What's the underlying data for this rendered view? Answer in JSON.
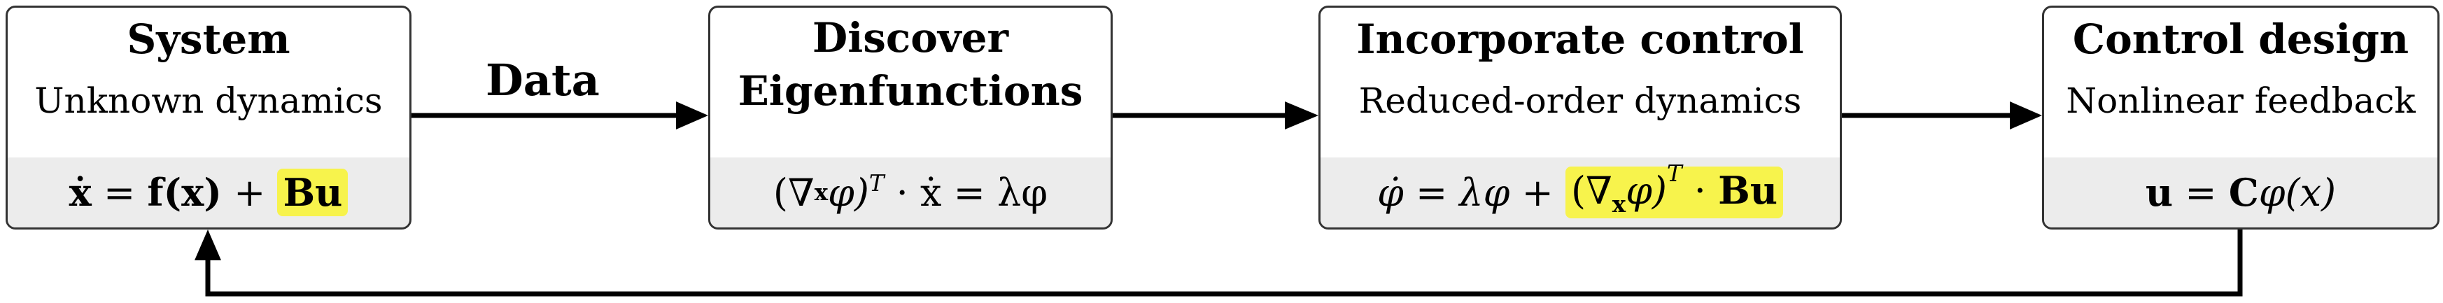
{
  "boxes": {
    "system": {
      "title": "System",
      "subtitle": "Unknown dynamics",
      "equation": {
        "lhs": "ẋ",
        "eq": " = ",
        "f": "f",
        "paren": "(x)",
        "plus": " + ",
        "hl": "Bu"
      }
    },
    "discover": {
      "title_line1": "Discover",
      "title_line2": "Eigenfunctions",
      "equation": {
        "grad": "(∇",
        "gradsub": "x",
        "phi": "φ)",
        "sup": "T",
        "rest": " · ẋ = λφ"
      }
    },
    "incorporate": {
      "title": "Incorporate control",
      "subtitle": "Reduced-order dynamics",
      "equation": {
        "lhs": "φ̇ = λφ + ",
        "grad": "(∇",
        "gradsub": "x",
        "phi": "φ)",
        "sup": "T",
        "dot": " · ",
        "Bu": "Bu"
      }
    },
    "control": {
      "title": "Control design",
      "subtitle": "Nonlinear feedback",
      "equation": {
        "u": "u",
        "eq": " = ",
        "C": "C",
        "rest": "φ(x)"
      }
    }
  },
  "arrow_label": "Data"
}
